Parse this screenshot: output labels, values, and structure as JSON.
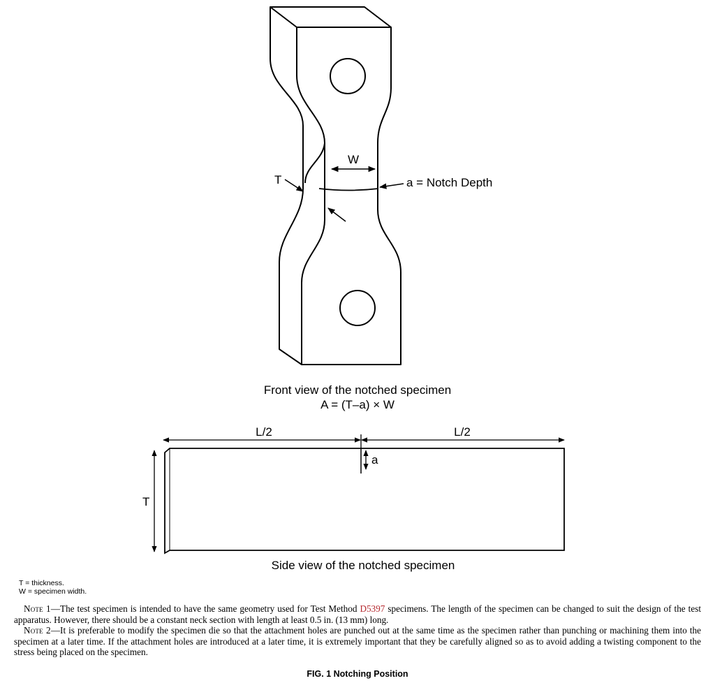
{
  "front_view": {
    "label_w": "W",
    "label_t": "T",
    "label_notch": "a = Notch Depth",
    "caption_line1": "Front view of the notched specimen",
    "caption_line2": "A = (T–a) × W"
  },
  "side_view": {
    "label_left_half": "L/2",
    "label_right_half": "L/2",
    "label_a": "a",
    "label_t": "T",
    "caption": "Side view of the notched specimen"
  },
  "legend": {
    "t_def": "T = thickness.",
    "w_def": "W = specimen width."
  },
  "notes": {
    "note1_label": "Note 1",
    "note1_pre": "—The test specimen is intended to have the same geometry used for Test Method ",
    "note1_link": "D5397",
    "note1_post": " specimens. The length of the specimen can be changed to suit the design of the test apparatus. However, there should be a constant neck section with length at least 0.5 in. (13 mm) long.",
    "note2_label": "Note 2",
    "note2_text": "—It is preferable to modify the specimen die so that the attachment holes are punched out at the same time as the specimen rather than punching or machining them into the specimen at a later time. If the attachment holes are introduced at a later time, it is extremely important that they be carefully aligned so as to avoid adding a twisting component to the stress being placed on the specimen."
  },
  "figure_title": "FIG. 1 Notching Position",
  "colors": {
    "line": "#000000",
    "link": "#b5292f"
  }
}
